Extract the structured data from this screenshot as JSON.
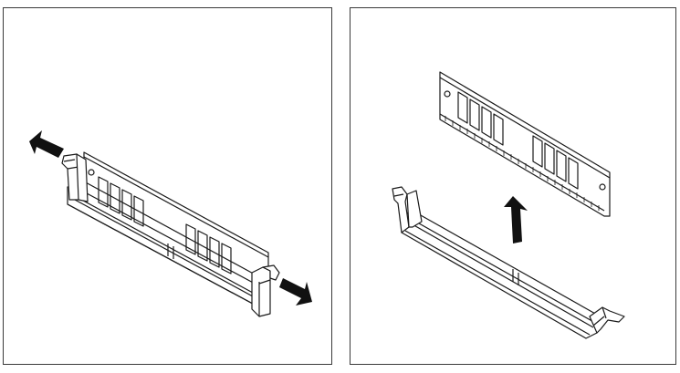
{
  "figure": {
    "panels": [
      {
        "id": "left",
        "step": "open-latches",
        "arrows": [
          "arrow-up-left",
          "arrow-down-right"
        ]
      },
      {
        "id": "right",
        "step": "remove-module",
        "arrows": [
          "arrow-up"
        ]
      }
    ],
    "colors": {
      "line": "#1a1a1a",
      "arrow": "#111111",
      "background": "#ffffff"
    }
  }
}
